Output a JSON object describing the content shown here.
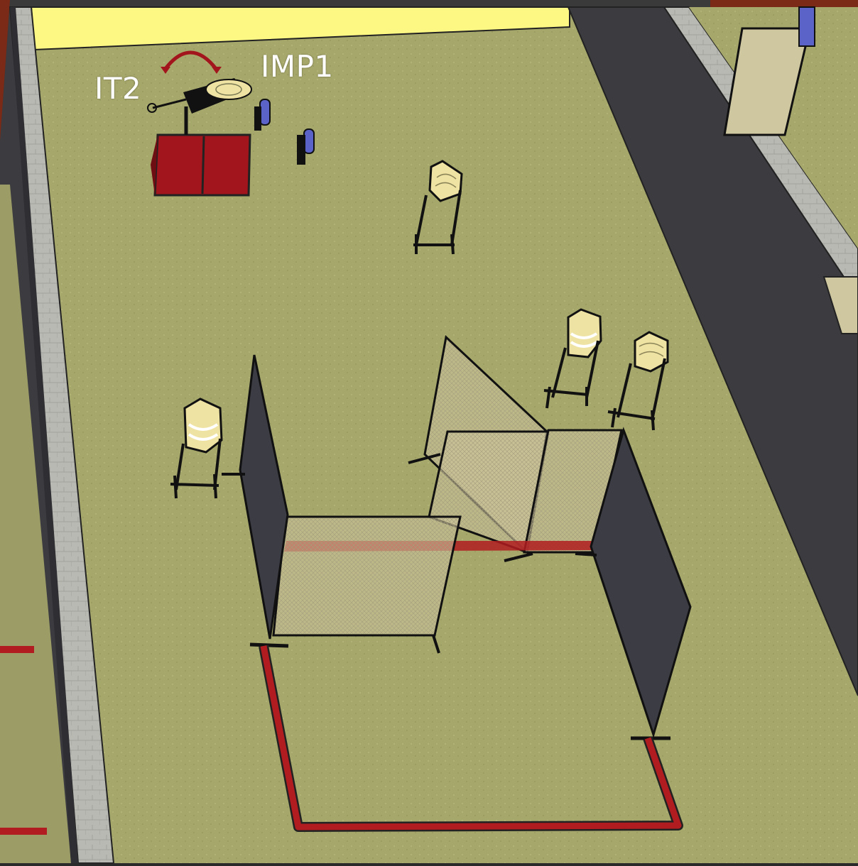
{
  "labels": {
    "it2": "IT2",
    "imp1": "IMP1"
  },
  "scene": {
    "type": "3D overhead render of shooting range bay",
    "objects": [
      "mounted-turning-target",
      "paper-targets",
      "steel-plates",
      "barricade-walls",
      "mesh-panels",
      "red-fault-line-box",
      "red-start-box"
    ]
  },
  "colors": {
    "floor": "#a6a76a",
    "wall_top": "#b7b7b1",
    "wall_side": "#3c3c40",
    "fault_line": "#b01c20",
    "start_box": "#a3151c",
    "target_face": "#efe3a3",
    "backstop": "#fdf784",
    "outer_frame": "#7a2a17"
  }
}
